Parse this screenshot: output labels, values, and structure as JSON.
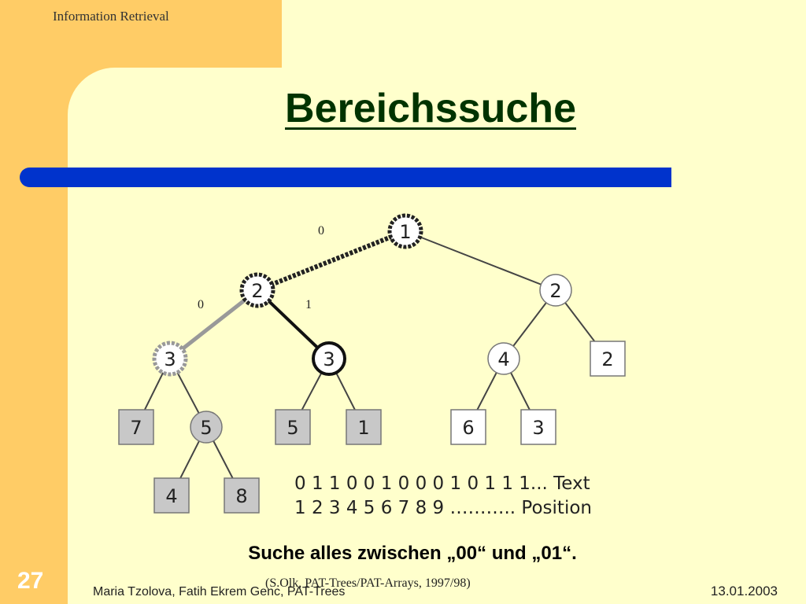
{
  "header": {
    "course": "Information Retrieval"
  },
  "slide": {
    "title": "Bereichssuche",
    "number": "27"
  },
  "tree": {
    "edge_labels": [
      "0",
      "0",
      "1"
    ],
    "internal_nodes": [
      "1",
      "2",
      "2",
      "3",
      "3",
      "4",
      "5"
    ],
    "leaves": [
      "7",
      "5",
      "1",
      "6",
      "3",
      "2",
      "4",
      "8"
    ]
  },
  "sequence": {
    "text_row": "0 1 1 0 0 1 0 0 0 1 0 1 1 1... Text",
    "position_row": "1 2 3 4 5 6 7 8 9 ……….. Position"
  },
  "query": "Suche alles zwischen „00“ und „01“.",
  "footer": {
    "citation": "(S.Olk, PAT-Trees/PAT-Arrays, 1997/98)",
    "authors": "Maria Tzolova, Fatih Ekrem Genc, PAT-Trees",
    "date": "13.01.2003"
  },
  "colors": {
    "accent_band": "#ffcc66",
    "background": "#ffffcc",
    "bar": "#0033cc",
    "title": "#003300"
  }
}
